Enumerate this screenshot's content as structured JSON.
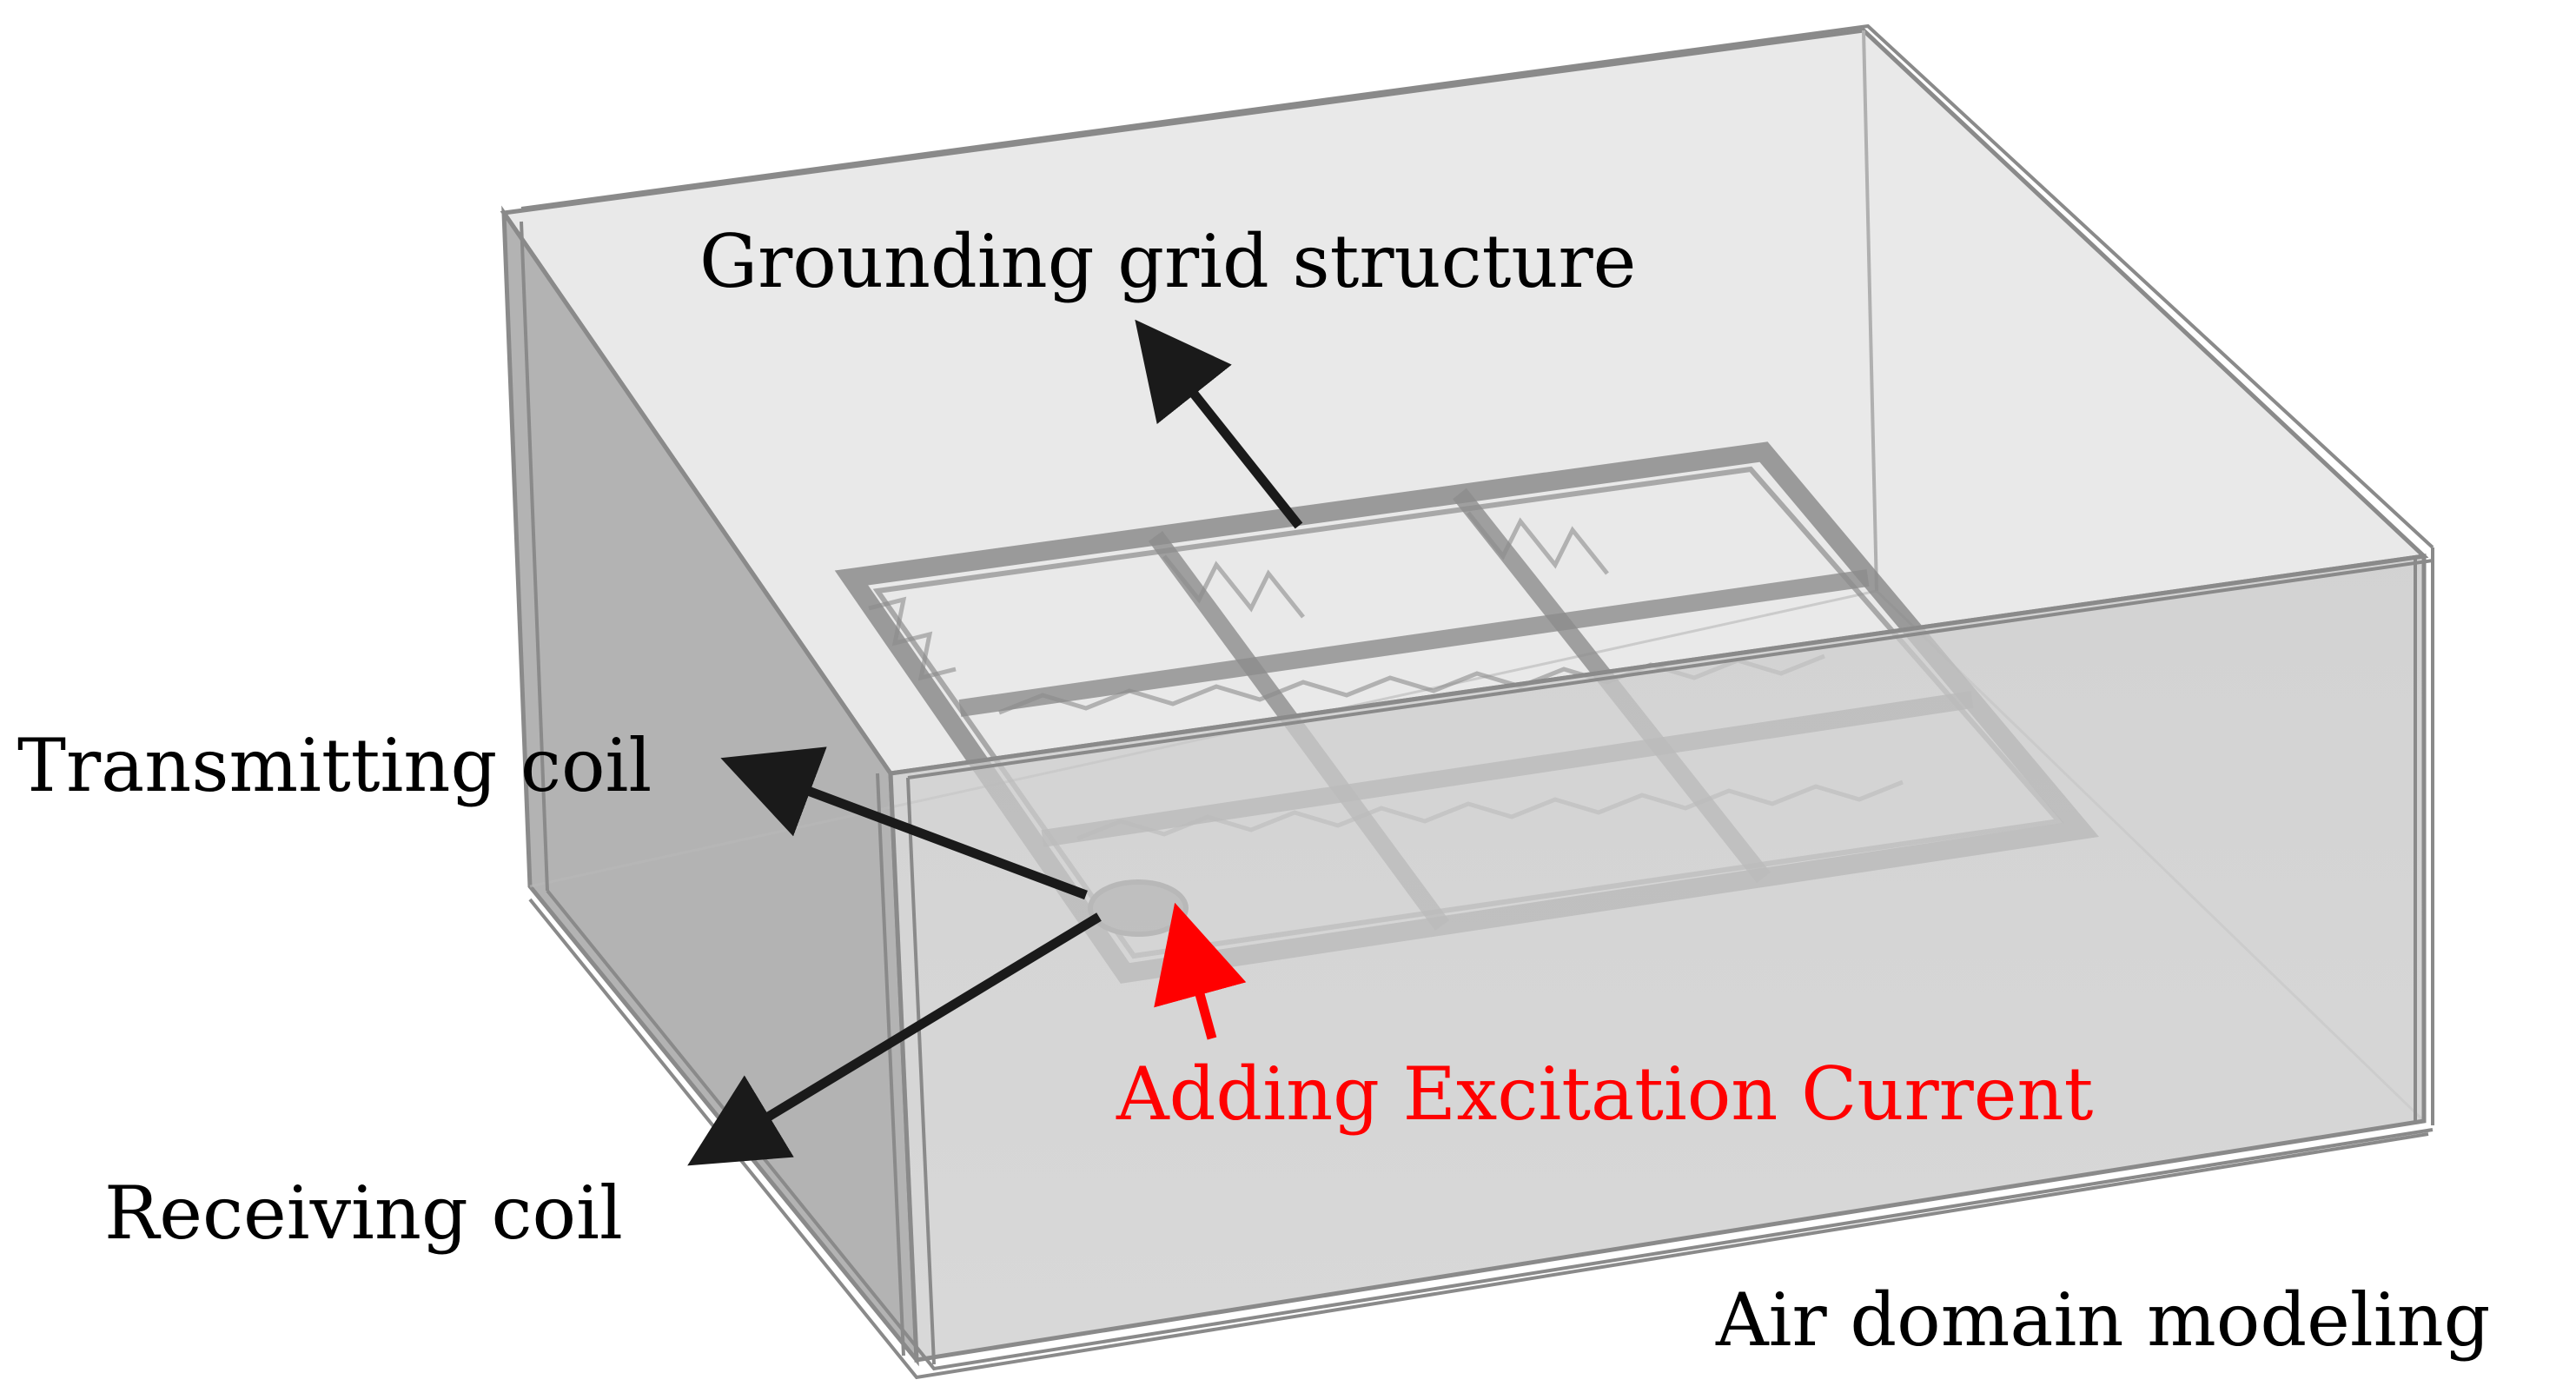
{
  "labels": {
    "grounding_grid": "Grounding grid structure",
    "transmitting_coil": "Transmitting coil",
    "excitation": "Adding Excitation Current",
    "receiving_coil": "Receiving coil",
    "air_domain": "Air domain modeling"
  },
  "colors": {
    "annotation_text": "#000000",
    "excitation_text": "#ff0000",
    "excitation_arrow": "#ff0000",
    "arrow": "#1a1a1a",
    "box_front_fill": "#c8c8c8",
    "box_side_fill": "#a9a9a9",
    "box_top_fill": "#e4e4e4",
    "box_edge": "#8a8a8a",
    "grid_stroke": "#8c8c8c"
  }
}
